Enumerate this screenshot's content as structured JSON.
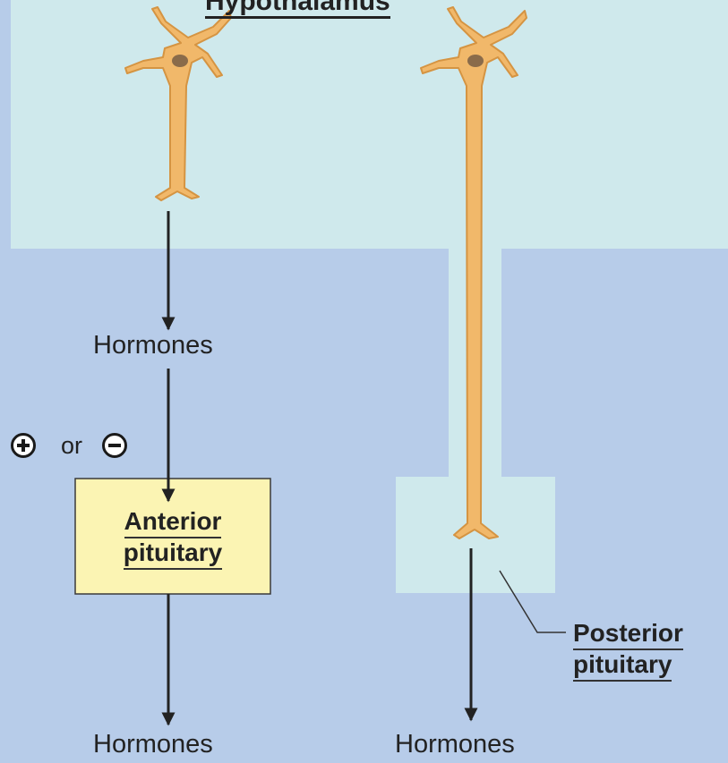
{
  "header": {
    "title": "Hypothalamus"
  },
  "left_pathway": {
    "hormones_label_1": "Hormones",
    "modulation_connector": "or",
    "modulation_signs": [
      "plus-sign-icon",
      "minus-sign-icon"
    ],
    "anterior_pituitary": {
      "line1": "Anterior",
      "line2": "pituitary"
    },
    "hormones_label_2": "Hormones"
  },
  "right_pathway": {
    "posterior_pituitary": {
      "line1": "Posterior",
      "line2": "pituitary"
    },
    "hormones_label": "Hormones"
  },
  "colors": {
    "background": "#b7cce9",
    "hypothalamus_region": "#cfe9ec",
    "anterior_box": "#fbf4b3",
    "neuron": "#f1b86a",
    "neuron_outline": "#d59442",
    "nucleus": "#8a6b4a",
    "arrow": "#222222"
  },
  "icons": [
    "neuron-icon",
    "neuron-icon",
    "down-arrow-icon",
    "plus-sign-icon",
    "minus-sign-icon"
  ]
}
